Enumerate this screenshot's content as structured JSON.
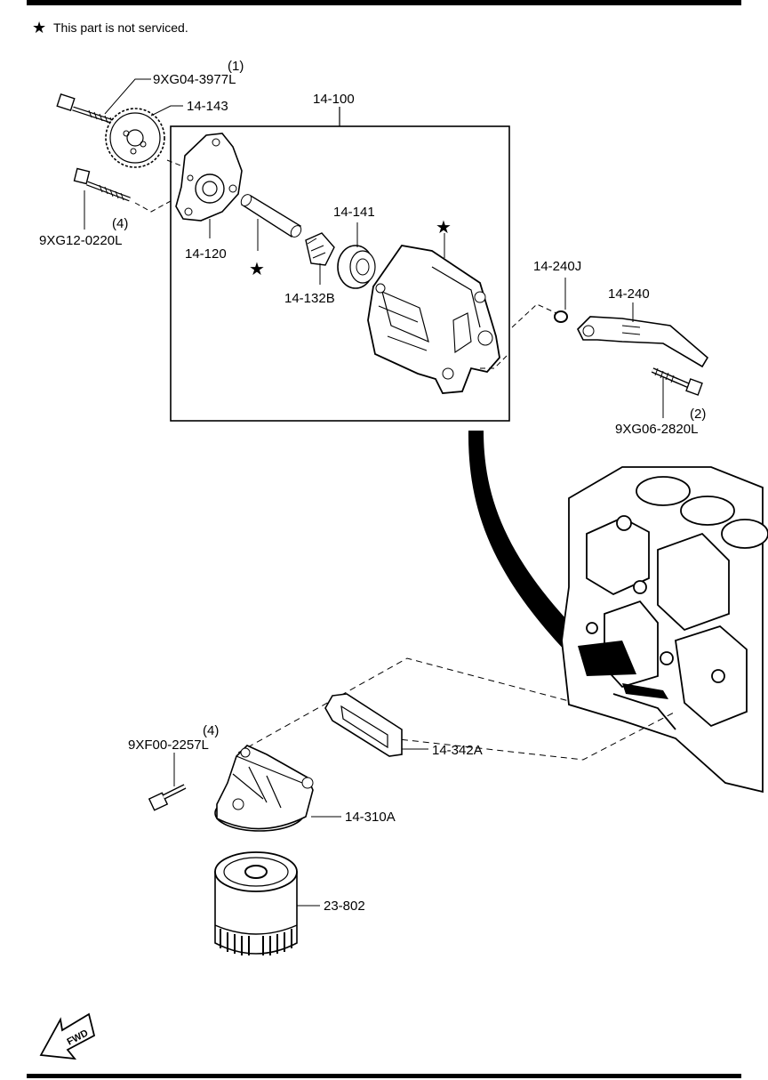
{
  "note": {
    "star": "★",
    "text": "This part is not serviced."
  },
  "parts": {
    "assembly_box": "14-100",
    "bolt_top": "9XG04-3977L",
    "bolt_top_qty": "(1)",
    "sprocket": "14-143",
    "bolt_left": "9XG12-0220L",
    "bolt_left_qty": "(4)",
    "cover": "14-120",
    "shaft": "14-132B",
    "rotor": "14-141",
    "oil_jet_clip": "14-240J",
    "oil_jet": "14-240",
    "bolt_jet": "9XG06-2820L",
    "bolt_jet_qty": "(2)",
    "bolt_filter": "9XF00-2257L",
    "bolt_filter_qty": "(4)",
    "gasket": "14-342A",
    "filter_body": "14-310A",
    "oil_filter": "23-802"
  },
  "fwd_label": "FWD"
}
